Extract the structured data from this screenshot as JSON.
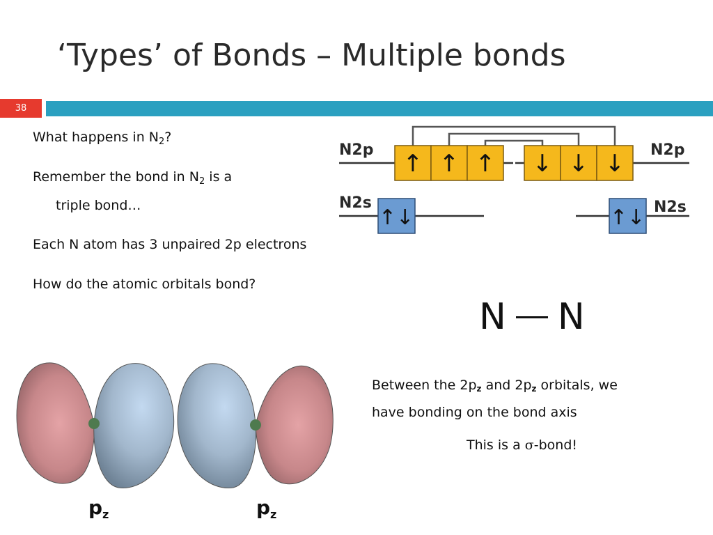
{
  "slide": {
    "title": "‘Types’ of Bonds – Multiple bonds",
    "number": "38"
  },
  "body": {
    "line1_pre": "What happens in N",
    "line1_sub": "2",
    "line1_post": "?",
    "line2_pre": "Remember the bond in N",
    "line2_sub": "2",
    "line2_post": " is a",
    "line2_cont": "triple bond…",
    "line3": "Each N atom has 3 unpaired 2p electrons",
    "line4": "How do the atomic orbitals bond?"
  },
  "diagram": {
    "left_2p_label": "N2p",
    "right_2p_label": "N2p",
    "left_2s_label": "N2s",
    "right_2s_label": "N2s",
    "up_arrow": "↑",
    "down_arrow": "↓",
    "paired_arrows": "↑↓",
    "colors": {
      "p_box": "#f5b81c",
      "s_box": "#6b9bd2"
    }
  },
  "bond": {
    "left_atom": "N",
    "right_atom": "N"
  },
  "explanation": {
    "t1": "Between the 2p",
    "sub1": "z",
    "t2": " and 2p",
    "sub2": "z",
    "t3": " orbitals, we",
    "t4": "have bonding on the bond axis",
    "sigma_pre": "This is a ",
    "sigma_char": "σ",
    "sigma_post": "-bond!"
  },
  "orbitals": {
    "left_label": "p",
    "left_sub": "z",
    "right_label": "p",
    "right_sub": "z",
    "colors": {
      "pink": "#c98a8c",
      "blue": "#a8bfd6"
    }
  }
}
